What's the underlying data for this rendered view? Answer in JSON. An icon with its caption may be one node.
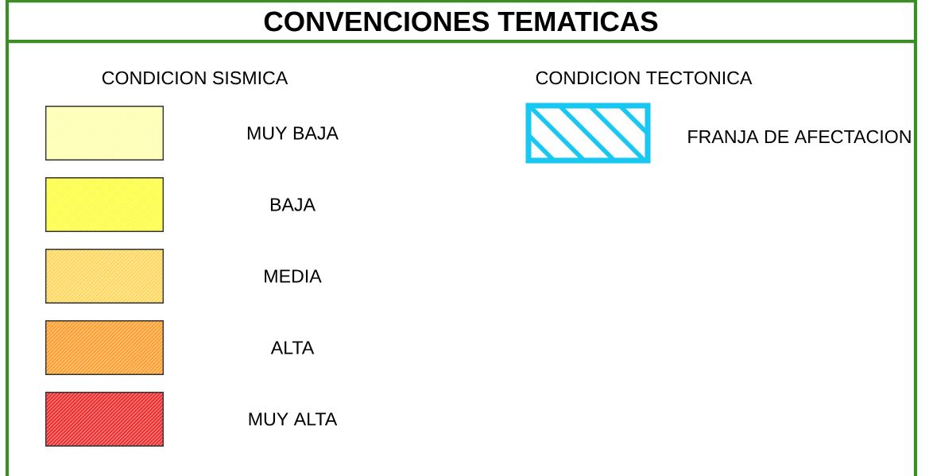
{
  "diagram": {
    "title": "CONVENCIONES TEMATICAS",
    "labels": [
      "CONDICION SISMICA",
      "CONDICION TECTONICA"
    ],
    "legend": [
      {
        "text": "MUY BAJA",
        "color": "#ffffb0"
      },
      {
        "text": "BAJA",
        "color": "#ffff40"
      },
      {
        "text": "MEDIA",
        "color": "#ffd860"
      },
      {
        "text": "ALTA",
        "color": "#ffa030"
      },
      {
        "text": "MUY ALTA",
        "color": "#f03030"
      },
      {
        "text": "FRANJA DE AFECTACION"
      }
    ]
  }
}
